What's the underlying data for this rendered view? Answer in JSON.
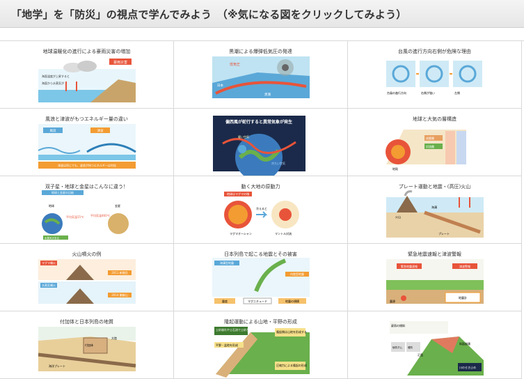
{
  "header": {
    "title": "「地学」を「防災」の視点で学んでみよう　（※気になる図をクリックしてみよう）"
  },
  "cards": [
    {
      "title": "地球温暖化の進行による豪雨災害の増加",
      "labels": [
        "豪雨災害",
        "海面温度が上昇すると",
        "海面から水蒸気が"
      ]
    },
    {
      "title": "黒潮による爆弾低気圧の発達",
      "labels": [
        "黒潮",
        "日本",
        "低気圧"
      ]
    },
    {
      "title": "台風の進行方向右側が危険な理由",
      "labels": [
        "台風の進行方向",
        "右側が強い",
        "左側"
      ]
    },
    {
      "title": "風浪と津波がもつエネルギー量の違い",
      "labels": [
        "風浪",
        "津波",
        "津波は同じでも、波浪が持つエネルギーは何倍"
      ]
    },
    {
      "title": "",
      "labels": [
        "偏西風が蛇行すると異常気象が発生",
        "暖い空気",
        "冷たい空気"
      ]
    },
    {
      "title": "地球と大気の層構造",
      "labels": [
        "成層圏",
        "対流圏",
        "地殻"
      ]
    },
    {
      "title": "双子星・地球と金星はこんなに違う！",
      "labels": [
        "地球と金星の比較",
        "地球",
        "金星",
        "平均気温15℃",
        "平均気温460℃",
        "水蒸気がある"
      ]
    },
    {
      "title": "動く大地の原動力",
      "labels": [
        "地球はマグマの塊",
        "冷えると",
        "マグマオーシャン",
        "マントル対流"
      ]
    },
    {
      "title": "プレート運動と地震・(高圧)火山",
      "labels": [
        "海溝",
        "火山",
        "プレート"
      ]
    },
    {
      "title": "火山噴火の例",
      "labels": [
        "マグマ噴火",
        "水蒸気噴火",
        "2011 新燃岳",
        "2014 御嶽山"
      ]
    },
    {
      "title": "日本列島で起こる地震とその被害",
      "labels": [
        "海溝型地震",
        "内陸型地震",
        "マグニチュード",
        "震度",
        "地震の規模"
      ]
    },
    {
      "title": "緊急地震速報と津波警報",
      "labels": [
        "緊急地震速報",
        "津波警報",
        "震源",
        "地震計"
      ]
    },
    {
      "title": "付加体と日本列島の地質",
      "labels": [
        "付加体",
        "海洋プレート",
        "大陸"
      ]
    },
    {
      "title": "隆起運動による山地・平野の形成",
      "labels": [
        "土砂崩れや土石流で土砂が下方に流出",
        "隆起側は山地を形成する",
        "平野・盆地を形成",
        "圧縮力による隆起の形成"
      ]
    },
    {
      "title": "",
      "labels": [
        "砂防ダム",
        "堤防",
        "氾濫",
        "斜面崩壊",
        "豪雨の傾斜",
        "川のせき止め"
      ]
    }
  ],
  "colors": {
    "sea": "#7cc6e8",
    "land": "#c9a46a",
    "accent": "#e8543a",
    "dark": "#1b2a4a",
    "green": "#6ab04c",
    "orange": "#f39c32"
  },
  "icons": [
    "cloud-icon",
    "typhoon-icon",
    "globe-icon",
    "volcano-icon",
    "wave-icon"
  ]
}
